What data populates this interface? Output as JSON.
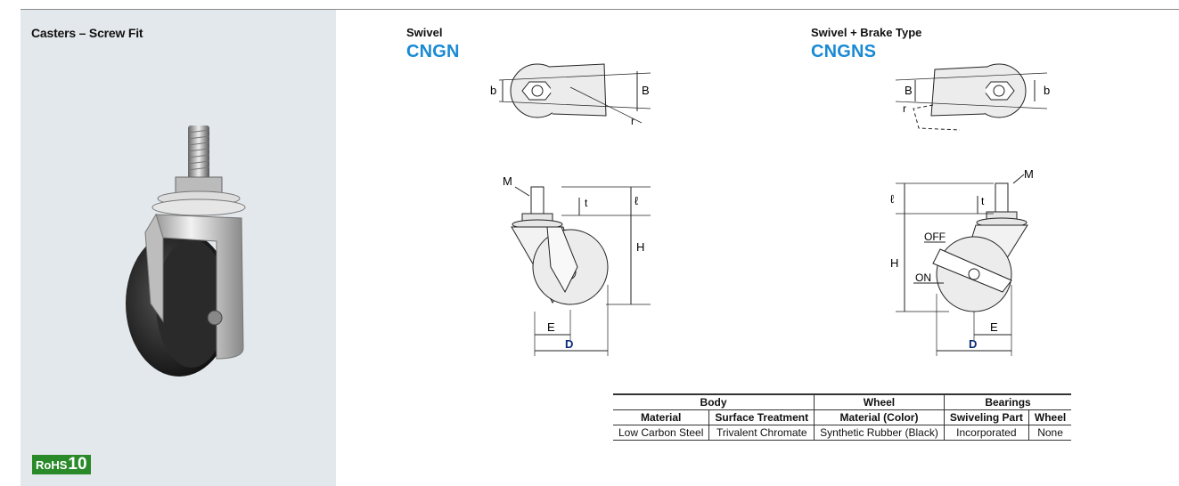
{
  "sidebar": {
    "title": "Casters – Screw Fit",
    "badge_text": "RoHS",
    "badge_num": "10"
  },
  "left_variant": {
    "type_label": "Swivel",
    "code": "CNGN"
  },
  "right_variant": {
    "type_label": "Swivel + Brake Type",
    "code": "CNGNS"
  },
  "dims": {
    "b": "b",
    "B": "B",
    "r": "r",
    "M": "M",
    "t": "t",
    "l": "ℓ",
    "H": "H",
    "E": "E",
    "D": "D",
    "OFF": "OFF",
    "ON": "ON"
  },
  "table": {
    "groups": [
      "Body",
      "Wheel",
      "Bearings"
    ],
    "headers": [
      "Material",
      "Surface Treatment",
      "Material (Color)",
      "Swiveling Part",
      "Wheel"
    ],
    "row": [
      "Low Carbon Steel",
      "Trivalent Chromate",
      "Synthetic Rubber (Black)",
      "Incorporated",
      "None"
    ]
  },
  "colors": {
    "accent": "#1a8ad3",
    "sidebar_bg": "#e3e8ec",
    "rohs_green": "#2a8a2a",
    "dim_blue": "#0a2a7a"
  }
}
